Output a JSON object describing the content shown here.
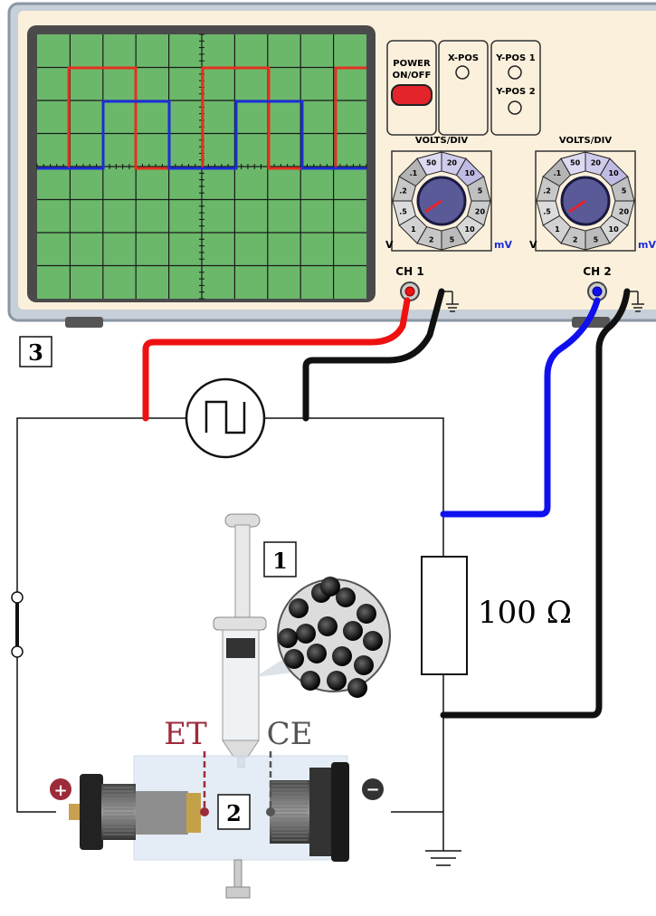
{
  "oscilloscope": {
    "power_label_1": "POWER",
    "power_label_2": "ON/OFF",
    "xpos_label": "X-POS",
    "ypos1_label": "Y-POS 1",
    "ypos2_label": "Y-POS 2",
    "volts_div_label": "VOLTS/DIV",
    "dial_values": [
      ".5",
      ".2",
      ".1",
      "50",
      "20",
      "10",
      "5",
      "20",
      "10",
      "5",
      "2",
      "1"
    ],
    "unit_v": "V",
    "unit_mv": "mV",
    "ch1_label": "CH 1",
    "ch2_label": "CH 2",
    "colors": {
      "ch1": "#e53020",
      "ch2": "#1c2ed8",
      "screen": "#6bb86b",
      "panel": "#fbf0dc"
    }
  },
  "labels": {
    "box_3": "3",
    "box_1": "1",
    "box_2": "2",
    "resistor": "100 Ω",
    "et": "ET",
    "ce": "CE",
    "plus": "+",
    "minus": "−"
  },
  "colors": {
    "et": "#9c2b3a",
    "ce": "#555555",
    "probe_red": "#ee1111",
    "probe_blue": "#1010ee"
  }
}
